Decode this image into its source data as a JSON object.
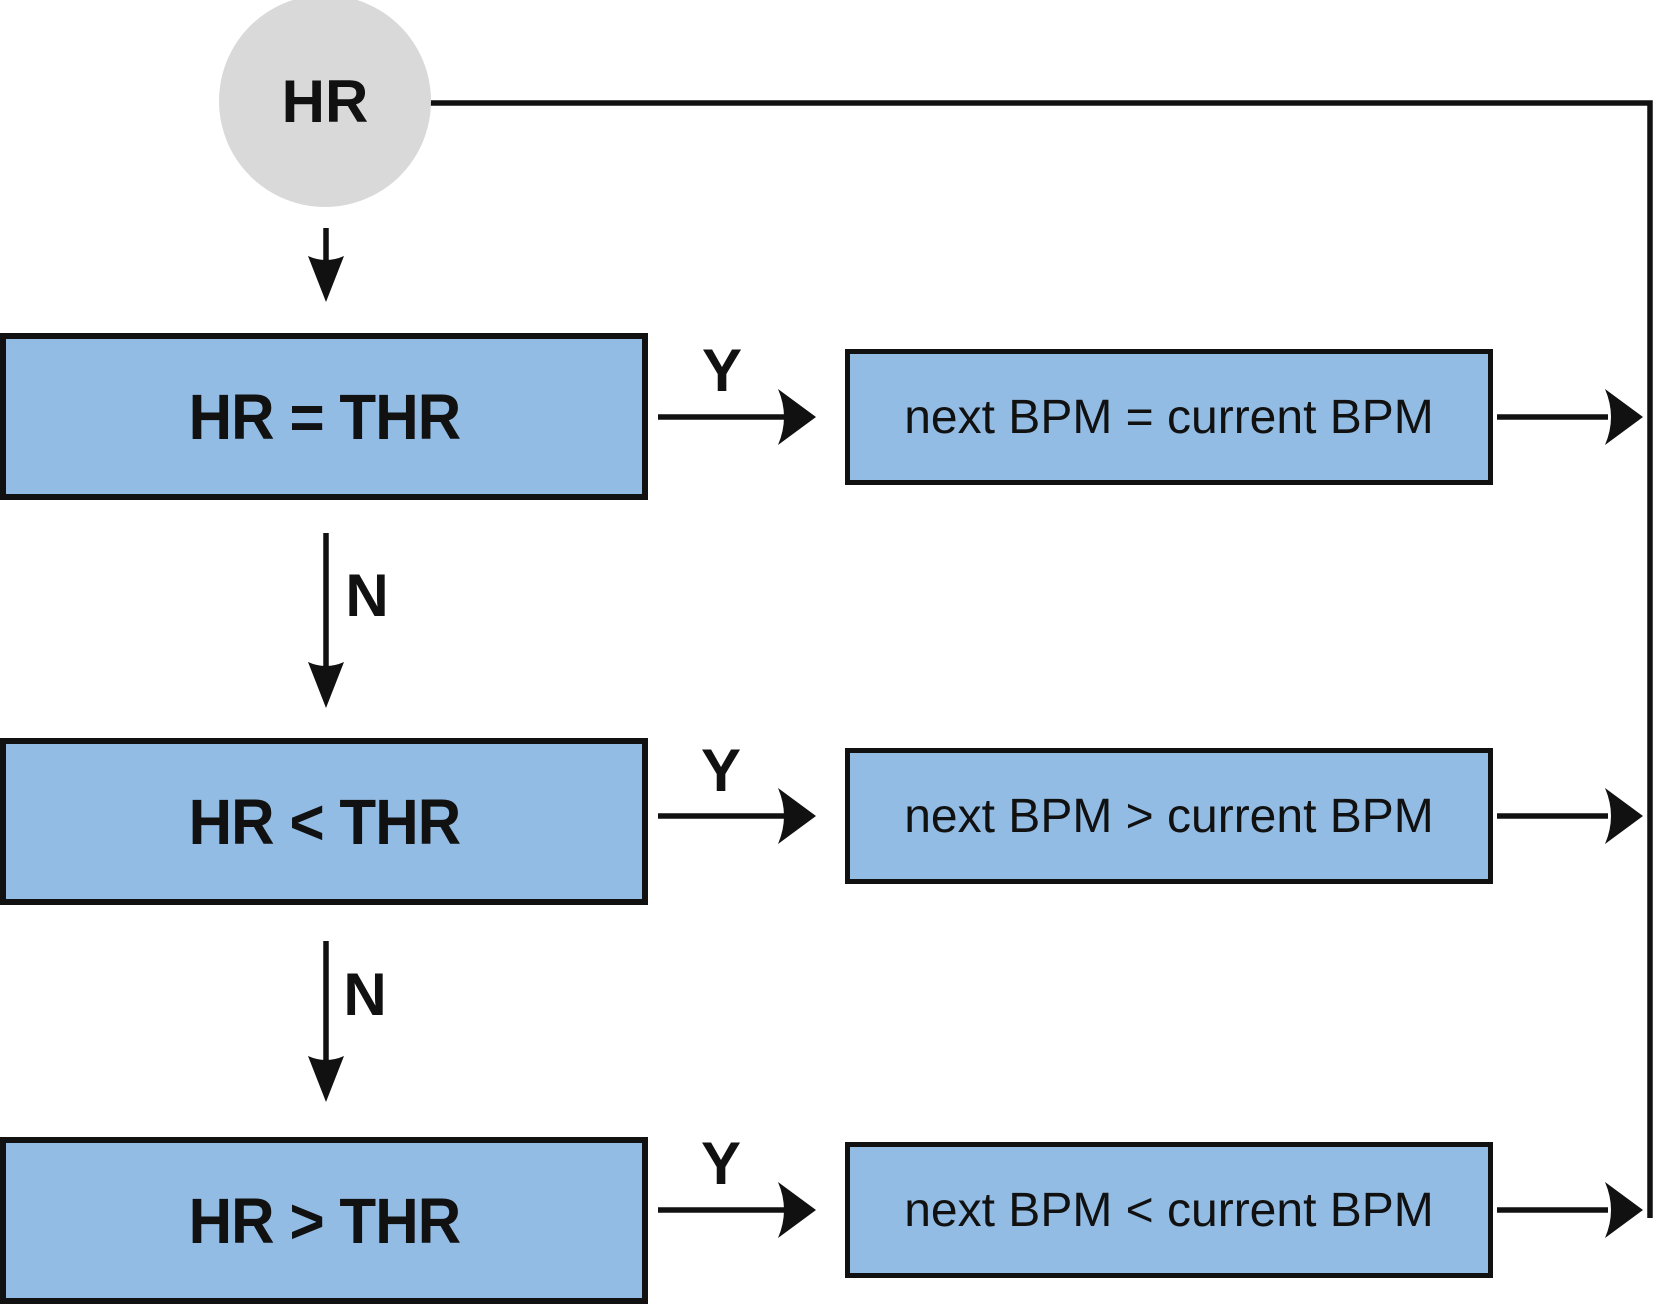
{
  "colors": {
    "box_fill": "#92bce4",
    "node_fill": "#d9d9d9",
    "line": "#111111",
    "text": "#111111"
  },
  "start": {
    "label": "HR"
  },
  "rows": [
    {
      "condition": "HR = THR",
      "yes": "Y",
      "no": "N",
      "result": "next BPM = current BPM"
    },
    {
      "condition": "HR < THR",
      "yes": "Y",
      "no": "N",
      "result": "next BPM > current BPM"
    },
    {
      "condition": "HR > THR",
      "yes": "Y",
      "result": "next BPM < current BPM"
    }
  ]
}
